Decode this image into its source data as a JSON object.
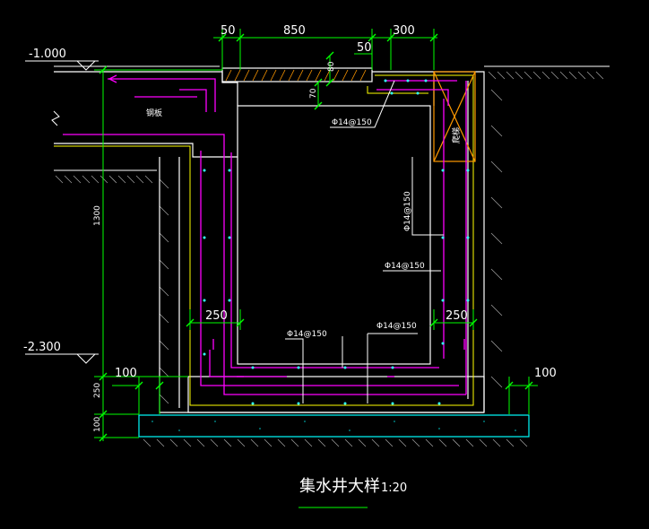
{
  "drawing": {
    "title": "集水井大样",
    "scale": "1:20",
    "elevations": {
      "top": "-1.000",
      "bottom": "-2.300"
    },
    "dims_top": {
      "d50a": "50",
      "d850": "850",
      "d300": "300",
      "d50b": "50"
    },
    "dims_small": {
      "d80": "80",
      "d70": "70"
    },
    "dims_left": {
      "d1300": "1300",
      "d250": "250",
      "d100": "100"
    },
    "dims_side": {
      "left250": "250",
      "right250": "250",
      "left100": "100",
      "right100": "100"
    },
    "rebar": {
      "top": "Φ14@150",
      "side_vert": "Φ14@150",
      "side": "Φ14@150",
      "bottom_left": "Φ14@150",
      "bottom_right": "Φ14@150"
    },
    "notes": {
      "left_wall": "钢板",
      "ladder": "爬梯"
    }
  },
  "colors": {
    "background": "#000000",
    "dimension": "#00ff00",
    "concrete": "#ffffff",
    "rebar": "#ff00ff",
    "cover": "#ffff00",
    "orange": "#ff9900",
    "cyan": "#00ffff"
  }
}
